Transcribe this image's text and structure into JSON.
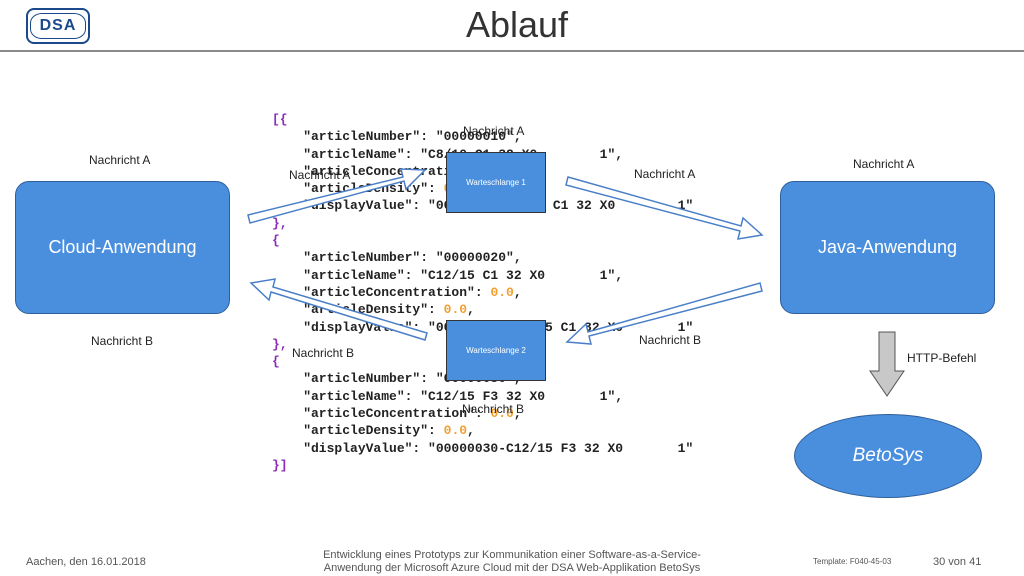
{
  "logo_text": "DSA",
  "title": "Ablauf",
  "code_lines": [
    "[{",
    "    \"articleNumber\": \"00000010\",",
    "    \"articleName\": \"C8/10 C1 32 X0        1\",",
    "    \"articleConcentration\": 0.0,",
    "    \"articleDensity\": 0.0,",
    "    \"displayValue\": \"00000010-C8/10 C1 32 X0        1\"",
    "},",
    "{",
    "    \"articleNumber\": \"00000020\",",
    "    \"articleName\": \"C12/15 C1 32 X0       1\",",
    "    \"articleConcentration\": 0.0,",
    "    \"articleDensity\": 0.0,",
    "    \"displayValue\": \"00000020-C12/15 C1 32 X0       1\"",
    "},",
    "{",
    "    \"articleNumber\": \"00000030\",",
    "    \"articleName\": \"C12/15 F3 32 X0       1\",",
    "    \"articleConcentration\": 0.0,",
    "    \"articleDensity\": 0.0,",
    "    \"displayValue\": \"00000030-C12/15 F3 32 X0       1\"",
    "}]"
  ],
  "labels": {
    "cloud_top": "Nachricht A",
    "cloud_bottom": "Nachricht B",
    "arrow_a_left": "Nachricht A",
    "queue1_top": "Nachricht A",
    "arrow_a_right": "Nachricht A",
    "java_top": "Nachricht A",
    "arrow_b_left": "Nachricht B",
    "queue2_bottom": "Nachricht B",
    "arrow_b_right": "Nachricht B",
    "http": "HTTP-Befehl"
  },
  "nodes": {
    "cloud": "Cloud-Anwendung",
    "java": "Java-Anwendung",
    "queue1": "Warteschlange 1",
    "queue2": "Warteschlange 2",
    "betosys": "BetoSys"
  },
  "footer": {
    "left": "Aachen, den 16.01.2018",
    "center_line1": "Entwicklung eines Prototyps zur Kommunikation einer Software-as-a-Service-",
    "center_line2": "Anwendung der Microsoft Azure Cloud mit der DSA Web-Applikation BetoSys",
    "template": "Template: F040-45-03",
    "page": "30 von 41"
  }
}
